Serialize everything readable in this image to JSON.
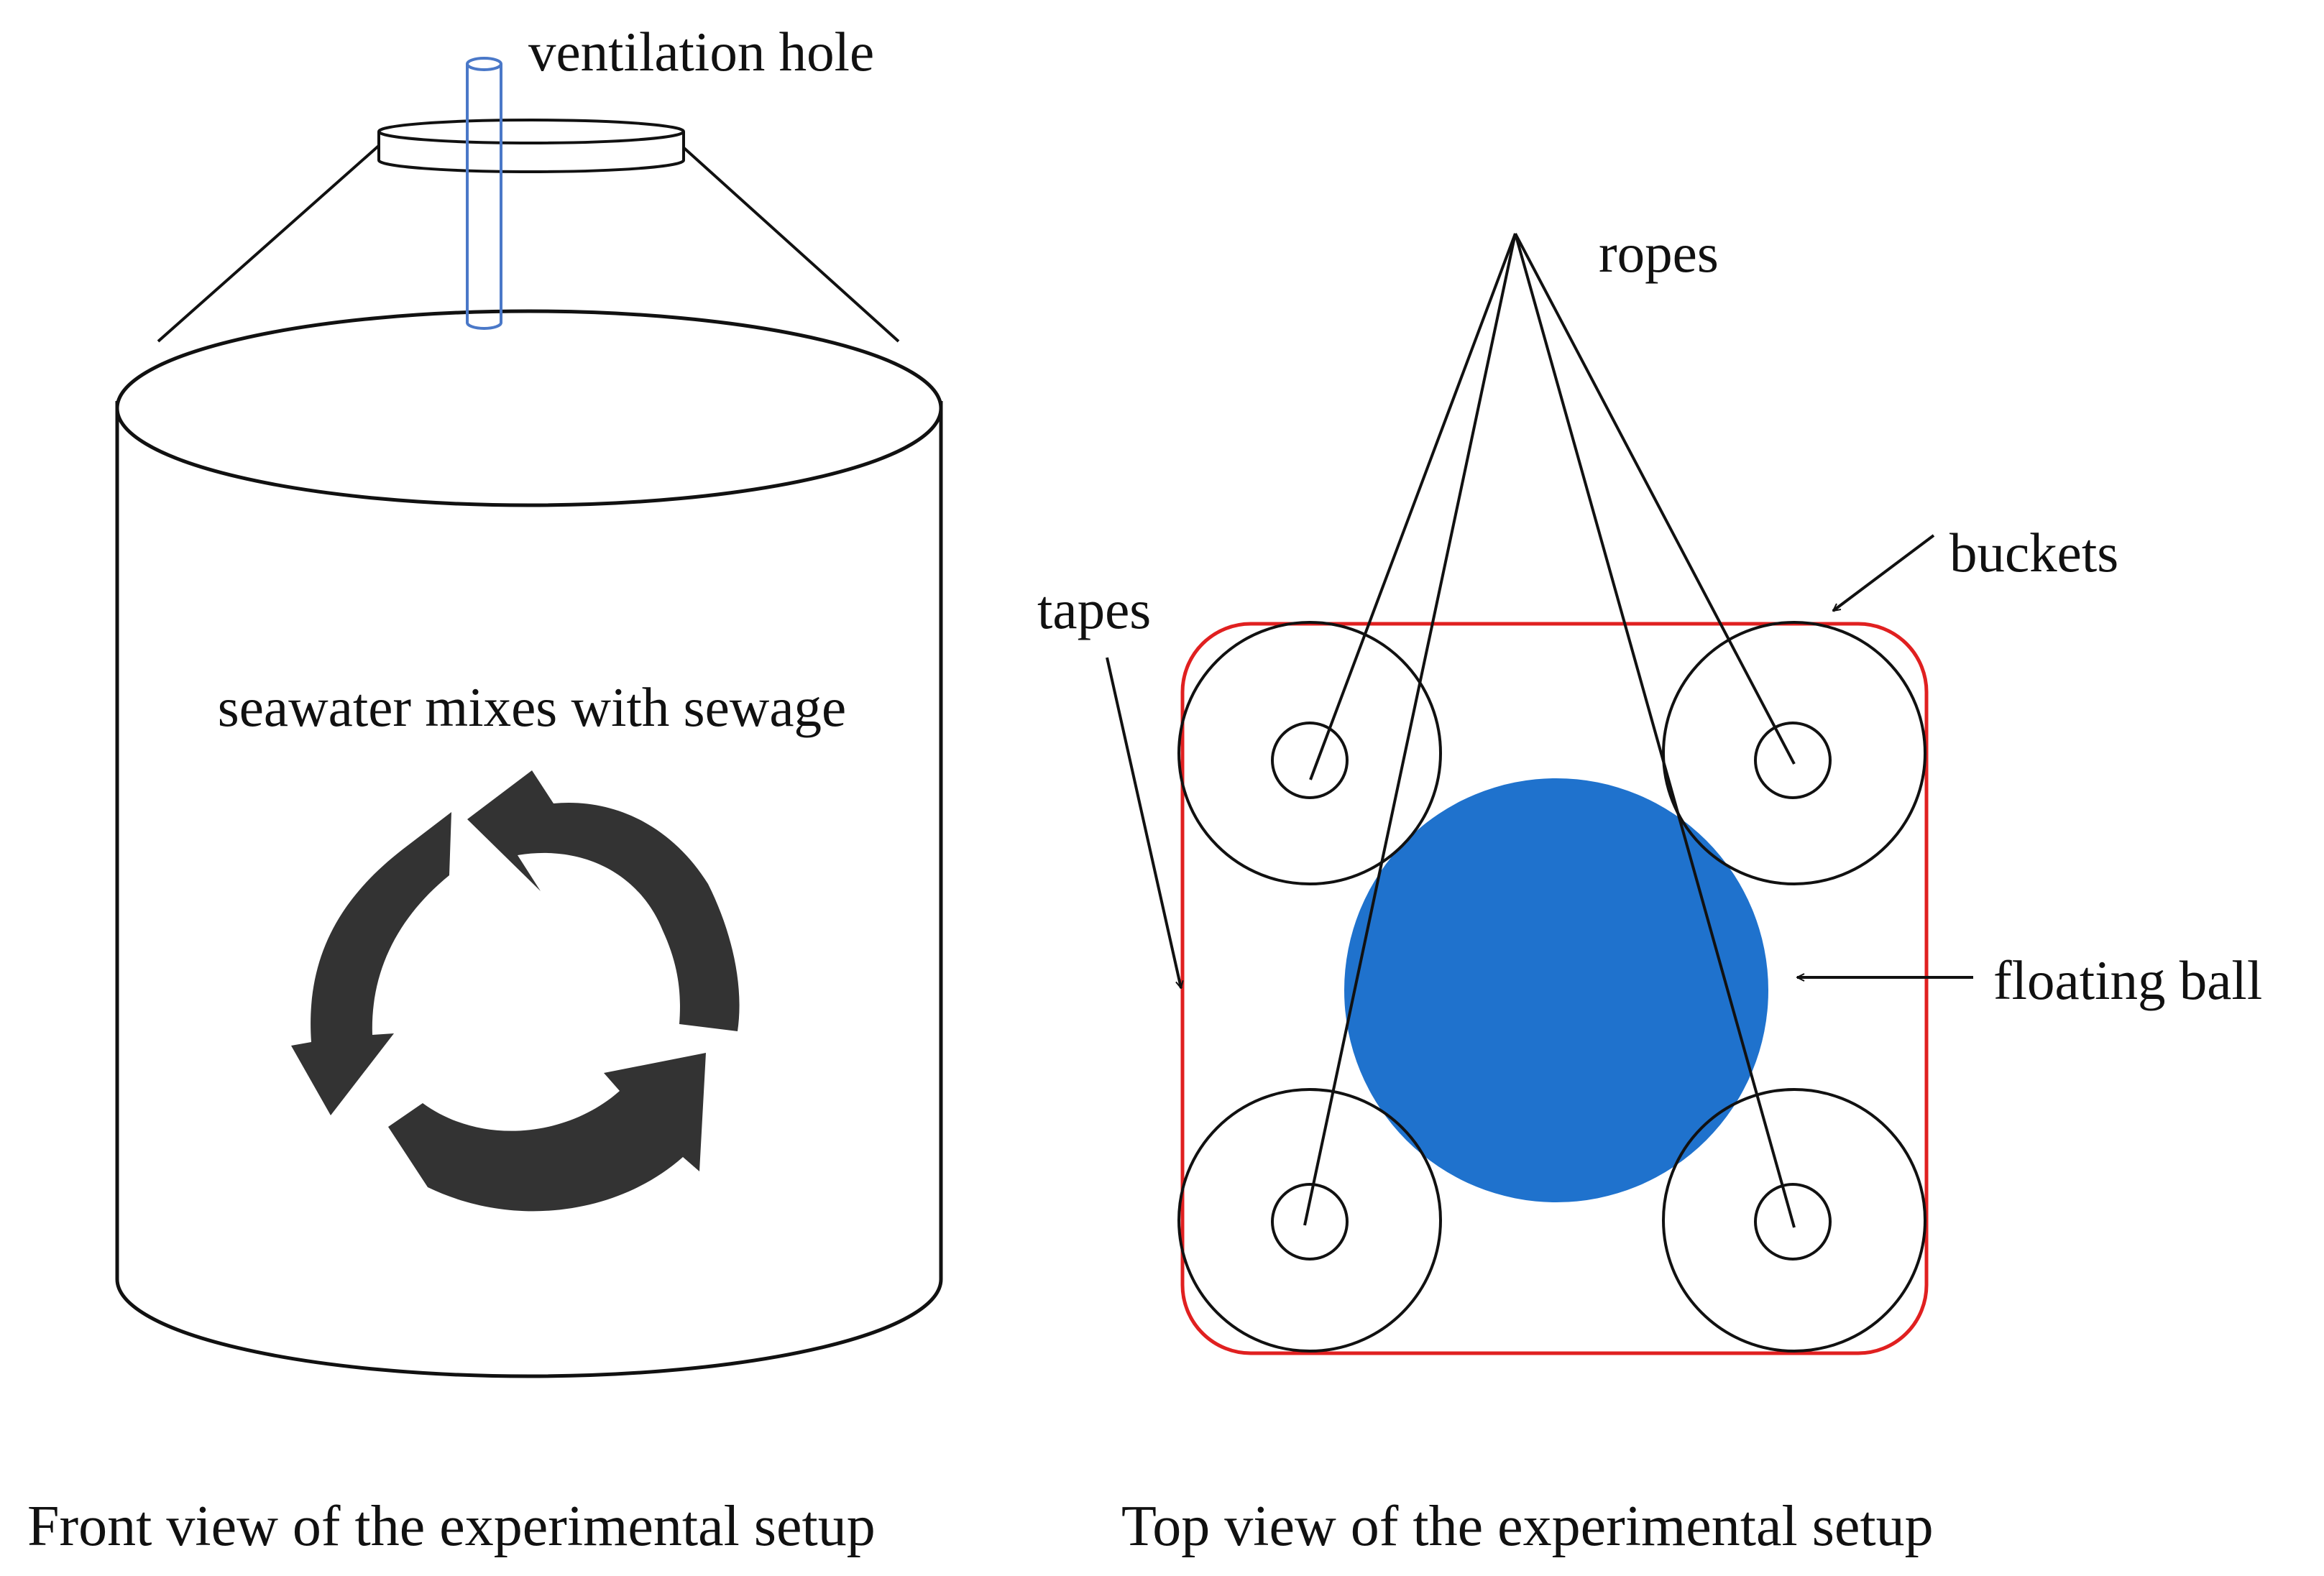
{
  "front_view": {
    "caption": "Front view of the experimental setup",
    "ventilation_label": "ventilation hole",
    "mixing_label": "seawater mixes with sewage",
    "cycle_icon": "recycle-arrows-icon",
    "vent_pipe_color": "#4a78c8"
  },
  "top_view": {
    "caption": "Top view of the experimental setup",
    "ropes_label": "ropes",
    "buckets_label": "buckets",
    "tapes_label": "tapes",
    "floating_ball_label": "floating ball",
    "tape_color": "#e02020",
    "ball_color": "#1f72cd"
  }
}
